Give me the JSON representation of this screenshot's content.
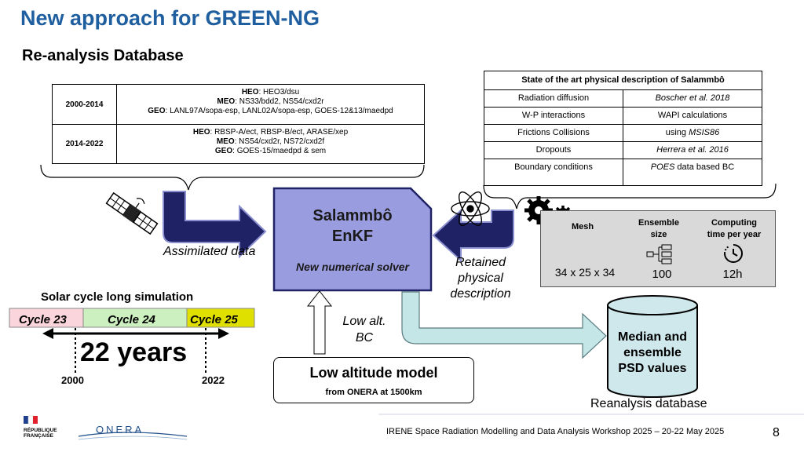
{
  "title": "New approach for GREEN-NG",
  "subtitle": "Re-analysis Database",
  "orbit_table": {
    "rows": [
      {
        "period": "2000-2014",
        "lines": [
          {
            "orbit": "HEO",
            "sats": ": HEO3/dsu"
          },
          {
            "orbit": "MEO",
            "sats": ": NS33/bdd2, NS54/cxd2r"
          },
          {
            "orbit": "GEO",
            "sats": ": LANL97A/sopa-esp, LANL02A/sopa-esp, GOES-12&13/maedpd"
          }
        ]
      },
      {
        "period": "2014-2022",
        "lines": [
          {
            "orbit": "HEO",
            "sats": ": RBSP-A/ect, RBSP-B/ect, ARASE/xep"
          },
          {
            "orbit": "MEO",
            "sats": ":  NS54/cxd2r, NS72/cxd2f"
          },
          {
            "orbit": "GEO",
            "sats": ": GOES-15/maedpd & sem"
          }
        ]
      }
    ]
  },
  "physics_table": {
    "header": "State of the art physical description of Salammbô",
    "rows": [
      {
        "process": "Radiation diffusion",
        "reference": "Boscher et al. 2018"
      },
      {
        "process": "W-P interactions",
        "reference": "WAPI calculations"
      },
      {
        "process": "Frictions Collisions",
        "reference_prefix": "using ",
        "reference": "MSIS86"
      },
      {
        "process": "Dropouts",
        "reference": "Herrera et al. 2016"
      },
      {
        "process": "Boundary conditions",
        "reference": "POES",
        "reference_suffix": " data based BC"
      }
    ]
  },
  "solver": {
    "name_line1": "Salammbô",
    "name_line2": "EnKF",
    "subtitle": "New numerical solver"
  },
  "labels": {
    "assimilated": "Assimilated data",
    "retained_1": "Retained",
    "retained_2": "physical",
    "retained_3": "description",
    "lowalt_bc_1": "Low alt.",
    "lowalt_bc_2": "BC"
  },
  "computing": {
    "mesh_label": "Mesh",
    "mesh_value": "34 x 25 x 34",
    "ensemble_label_1": "Ensemble",
    "ensemble_label_2": "size",
    "ensemble_value": "100",
    "time_label_1": "Computing",
    "time_label_2": "time per year",
    "time_value": "12h"
  },
  "solar": {
    "title": "Solar cycle long simulation",
    "cycles": [
      "Cycle 23",
      "Cycle 24",
      "Cycle 25"
    ],
    "duration": "22 years",
    "year_start": "2000",
    "year_end": "2022"
  },
  "low_model": {
    "title": "Low altitude model",
    "subtitle": "from ONERA at 1500km"
  },
  "database": {
    "line1": "Median and",
    "line2": "ensemble",
    "line3": "PSD values",
    "caption": "Reanalysis database"
  },
  "footer": {
    "text": "IRENE Space Radiation Modelling and Data Analysis Workshop 2025 – 20-22 May 2025",
    "page": "8",
    "republique_1": "RÉPUBLIQUE",
    "republique_2": "FRANÇAISE",
    "onera": "ONERA"
  },
  "colors": {
    "title_blue": "#1f5fa0",
    "solver_fill": "#9a9ce0",
    "arrow_navy": "#1f2366",
    "flow_teal": "#c5e6e6",
    "db_fill": "#cfe8ec",
    "cycle23": "#fbd5dc",
    "cycle24": "#cdf0c0",
    "cycle25": "#e0e000",
    "panel_gray": "#d9d9d9",
    "mesh_red": "#e02020"
  }
}
